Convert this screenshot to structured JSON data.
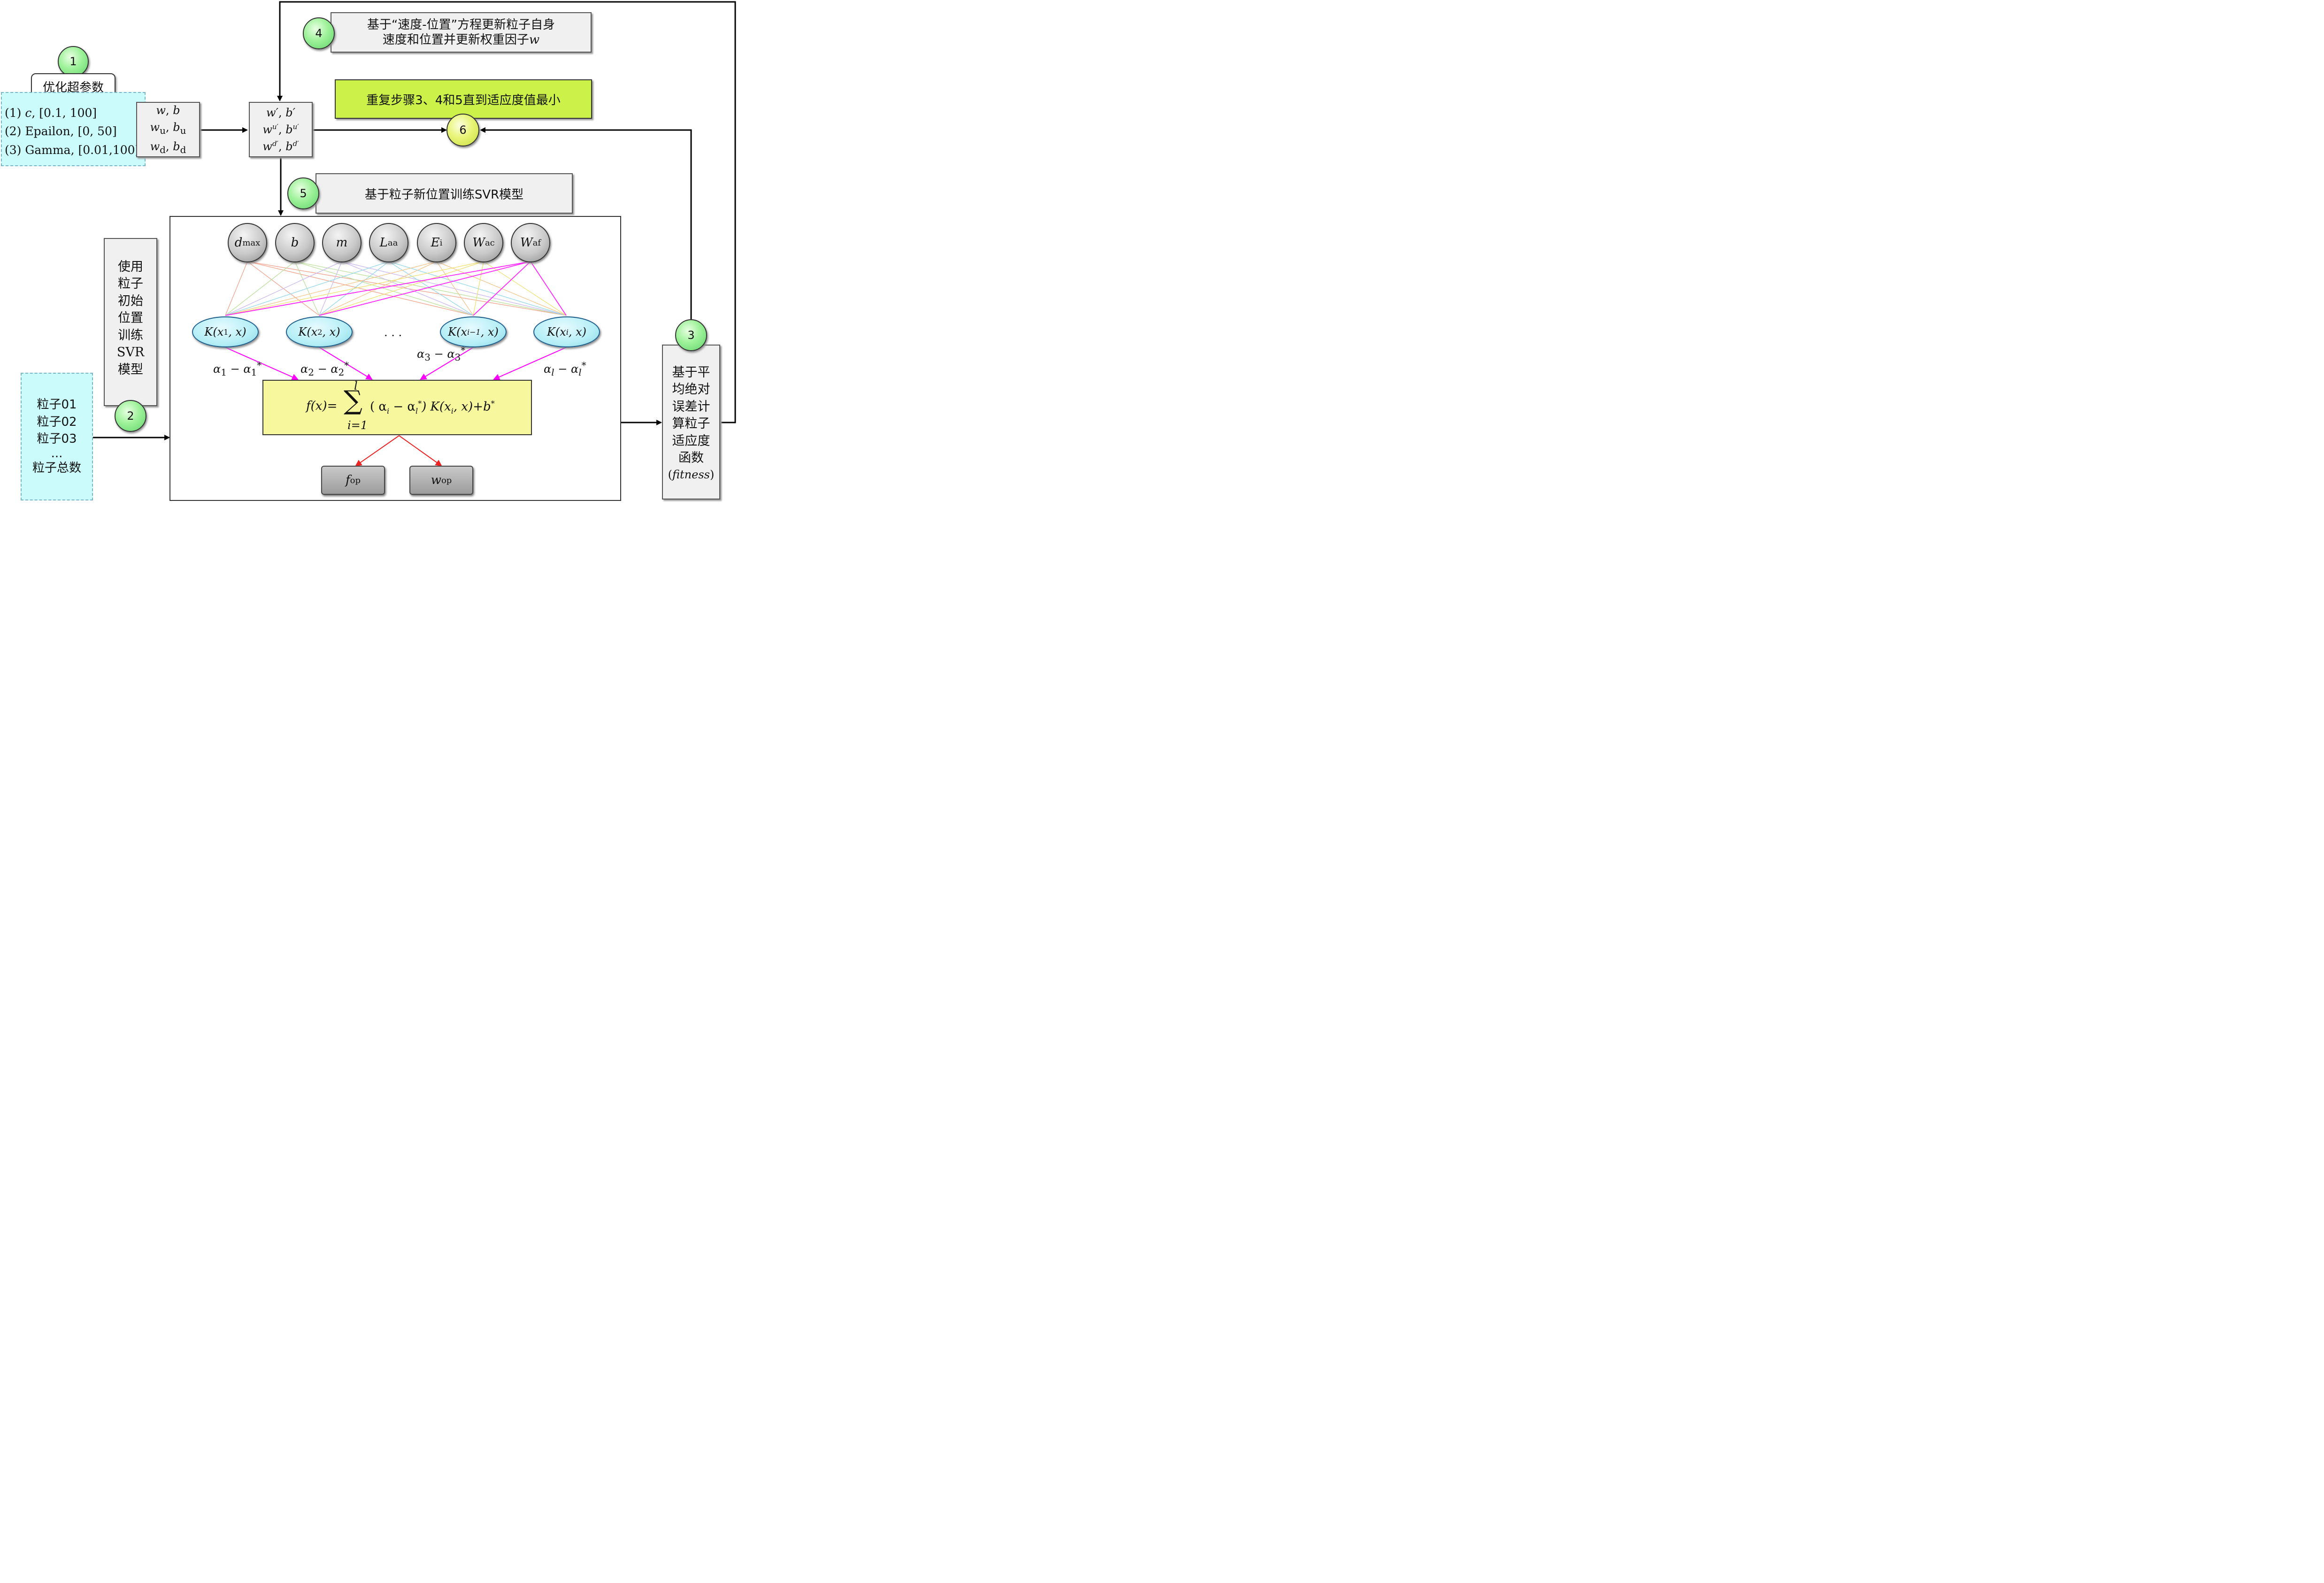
{
  "step_badges": {
    "b1": "1",
    "b2": "2",
    "b3": "3",
    "b4": "4",
    "b5": "5",
    "b6": "6"
  },
  "hyperparams": {
    "title": "优化超参数",
    "items": [
      {
        "num": "(1)",
        "name": "c",
        "range": ", [0.1, 100]"
      },
      {
        "num": "(2)",
        "name": "Epailon",
        "range": ", [0, 50]"
      },
      {
        "num": "(3)",
        "name": "Gamma",
        "range": ", [0.01,100]"
      }
    ]
  },
  "initial_params": {
    "row1": {
      "w": "w",
      "sep": ", ",
      "b": "b"
    },
    "row2": {
      "w": "w",
      "w_sub": "u",
      "sep": ", ",
      "b": "b",
      "b_sub": "u"
    },
    "row3": {
      "w": "w",
      "w_sub": "d",
      "sep": ", ",
      "b": "b",
      "b_sub": "d"
    }
  },
  "updated_params": {
    "row1": {
      "w": "w′",
      "sep": ", ",
      "b": "b′"
    },
    "row2": {
      "w": "w",
      "w_sup": "u′",
      "sep": ", ",
      "b": "b",
      "b_sup": "u′"
    },
    "row3": {
      "w": "w",
      "w_sup": "d′",
      "sep": ", ",
      "b": "b",
      "b_sup": "d′"
    }
  },
  "step4_text": {
    "line1": "基于“速度-位置”方程更新粒子自身",
    "line2": "速度和位置并更新权重因子",
    "line2_var": "w"
  },
  "repeat_text": "重复步骤3、4和5直到适应度值最小",
  "step5_text": "基于粒子新位置训练SVR模型",
  "init_train_text": [
    "使用",
    "粒子",
    "初始",
    "位置",
    "训练",
    "SVR",
    "模型"
  ],
  "particles": [
    "粒子01",
    "粒子02",
    "粒子03",
    "...",
    "粒子总数"
  ],
  "fitness_text": [
    "基于平",
    "均绝对",
    "误差计",
    "算粒子",
    "适应度",
    "函数"
  ],
  "fitness_var": "fitness",
  "input_nodes": [
    {
      "main": "d",
      "sub": "max"
    },
    {
      "main": "b",
      "sub": ""
    },
    {
      "main": "m",
      "sub": ""
    },
    {
      "main": "L",
      "sub": "aa"
    },
    {
      "main": "E",
      "sub": "i"
    },
    {
      "main": "W",
      "sub": "ac"
    },
    {
      "main": "W",
      "sub": "af"
    }
  ],
  "kernels": [
    {
      "pre": "K(x",
      "sub": "1",
      "post": ", x)"
    },
    {
      "pre": "K(x",
      "sub": "2",
      "post": ", x)"
    },
    {
      "pre": "K(x",
      "sub": "i−1",
      "post": ", x)"
    },
    {
      "pre": "K(x",
      "sub": "i",
      "post": ", x)"
    }
  ],
  "kernel_ellipsis": ". . .",
  "alphas": [
    {
      "a": "α",
      "i": "1",
      "minus": " − ",
      "b": "α",
      "sub": "1",
      "sup": "*"
    },
    {
      "a": "α",
      "i": "2",
      "minus": " − ",
      "b": "α",
      "sub": "2",
      "sup": "*"
    },
    {
      "a": "α",
      "i": "3",
      "minus": " − ",
      "b": "α",
      "sub": "3",
      "sup": "*"
    },
    {
      "a": "α",
      "i": "l",
      "minus": " − ",
      "b": "α",
      "sub": "l",
      "sup": "*"
    }
  ],
  "formula": {
    "lhs": "f(x)=",
    "sum_top": "l",
    "sum_symbol": "∑",
    "sum_bottom": "i=1",
    "rhs_a": "( α",
    "rhs_a_sub": "i",
    "rhs_minus": " − α",
    "rhs_b_sub": "l",
    "rhs_b_sup": "*",
    "rhs_k": ") K(x",
    "rhs_k_sub": "i",
    "rhs_k_post": ", x)+b",
    "rhs_b_star": "*"
  },
  "outputs": [
    {
      "main": "f",
      "sub": "op"
    },
    {
      "main": "w",
      "sub": "op"
    }
  ],
  "colors": {
    "cyan_fill": "#ccfbfb",
    "yellow_formula": "#f7f79e",
    "lime_repeat": "#ccf24a",
    "magenta": "#ff00ff",
    "red_arrow": "#ee2222"
  }
}
